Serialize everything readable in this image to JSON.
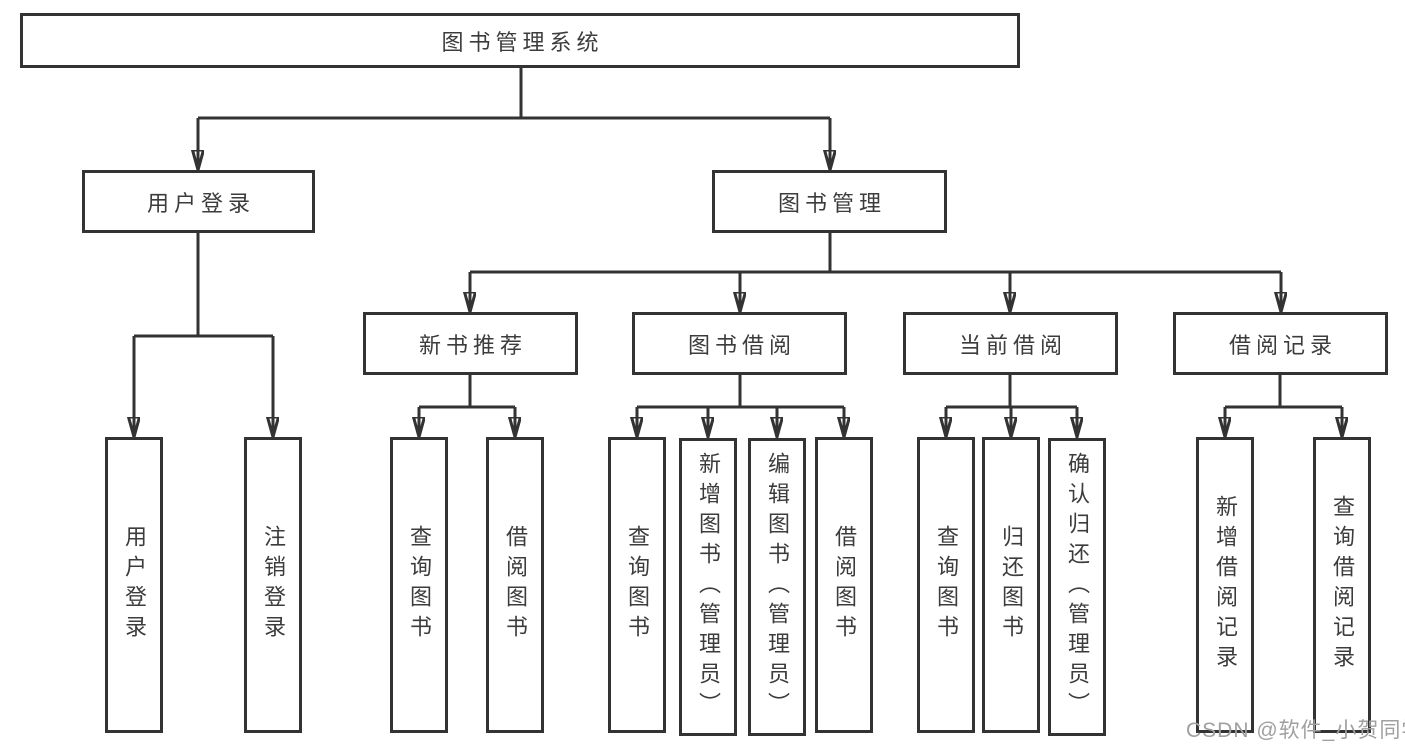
{
  "tree": {
    "label": "图书管理系统",
    "children": [
      {
        "label": "用户登录",
        "children": [
          {
            "label": "用户登录"
          },
          {
            "label": "注销登录"
          }
        ]
      },
      {
        "label": "图书管理",
        "children": [
          {
            "label": "新书推荐",
            "children": [
              {
                "label": "查询图书"
              },
              {
                "label": "借阅图书"
              }
            ]
          },
          {
            "label": "图书借阅",
            "children": [
              {
                "label": "查询图书"
              },
              {
                "label": "新增图书（管理员）"
              },
              {
                "label": "编辑图书（管理员）"
              },
              {
                "label": "借阅图书"
              }
            ]
          },
          {
            "label": "当前借阅",
            "children": [
              {
                "label": "查询图书"
              },
              {
                "label": "归还图书"
              },
              {
                "label": "确认归还（管理员）"
              }
            ]
          },
          {
            "label": "借阅记录",
            "children": [
              {
                "label": "新增借阅记录"
              },
              {
                "label": "查询借阅记录"
              }
            ]
          }
        ]
      }
    ]
  },
  "watermark": {
    "text": "CSDN @软件_小贺同学"
  },
  "colors": {
    "line": "#333333",
    "text": "#3c3c3c",
    "background": "#ffffff",
    "watermark": "#a0a0a0"
  }
}
